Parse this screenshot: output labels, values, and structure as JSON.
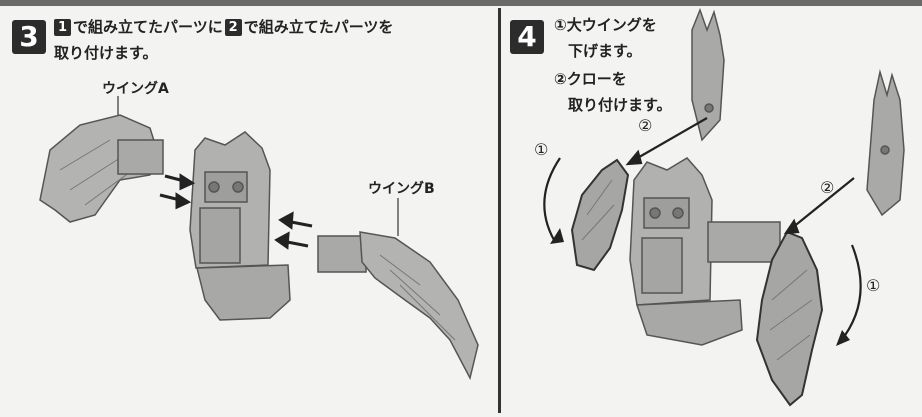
{
  "step3": {
    "number": "3",
    "ref_a": "1",
    "text_a": "で組み立てたパーツに",
    "ref_b": "2",
    "text_b": "で組み立てたパーツを",
    "line2": "取り付けます。",
    "label_wing_a": "ウイングA",
    "label_wing_b": "ウイングB"
  },
  "step4": {
    "number": "4",
    "line1": "①大ウイングを",
    "line2": "下げます。",
    "line3": "②クローを",
    "line4": "取り付けます。",
    "marker_1": "①",
    "marker_2": "②"
  }
}
